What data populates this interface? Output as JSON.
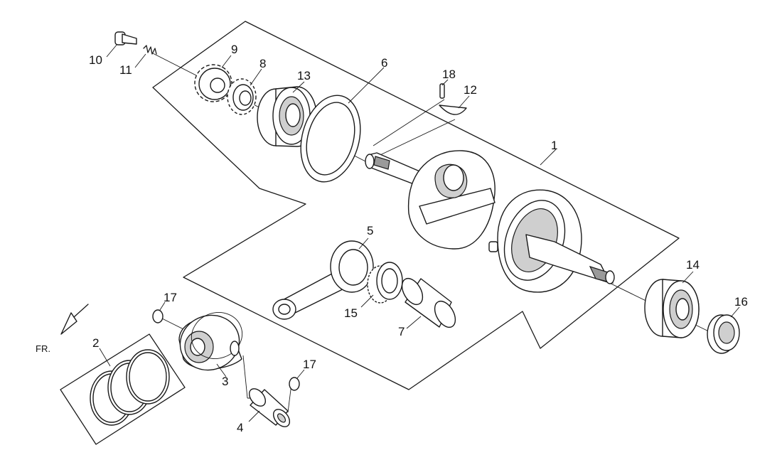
{
  "orientation_label": "FR.",
  "callouts": [
    {
      "id": "c1",
      "text": "1"
    },
    {
      "id": "c2",
      "text": "2"
    },
    {
      "id": "c3",
      "text": "3"
    },
    {
      "id": "c4",
      "text": "4"
    },
    {
      "id": "c5",
      "text": "5"
    },
    {
      "id": "c6",
      "text": "6"
    },
    {
      "id": "c7",
      "text": "7"
    },
    {
      "id": "c8",
      "text": "8"
    },
    {
      "id": "c9",
      "text": "9"
    },
    {
      "id": "c10",
      "text": "10"
    },
    {
      "id": "c11",
      "text": "11"
    },
    {
      "id": "c12",
      "text": "12"
    },
    {
      "id": "c13",
      "text": "13"
    },
    {
      "id": "c14",
      "text": "14"
    },
    {
      "id": "c15",
      "text": "15"
    },
    {
      "id": "c16",
      "text": "16"
    },
    {
      "id": "c17a",
      "text": "17"
    },
    {
      "id": "c17b",
      "text": "17"
    },
    {
      "id": "c18",
      "text": "18"
    }
  ]
}
